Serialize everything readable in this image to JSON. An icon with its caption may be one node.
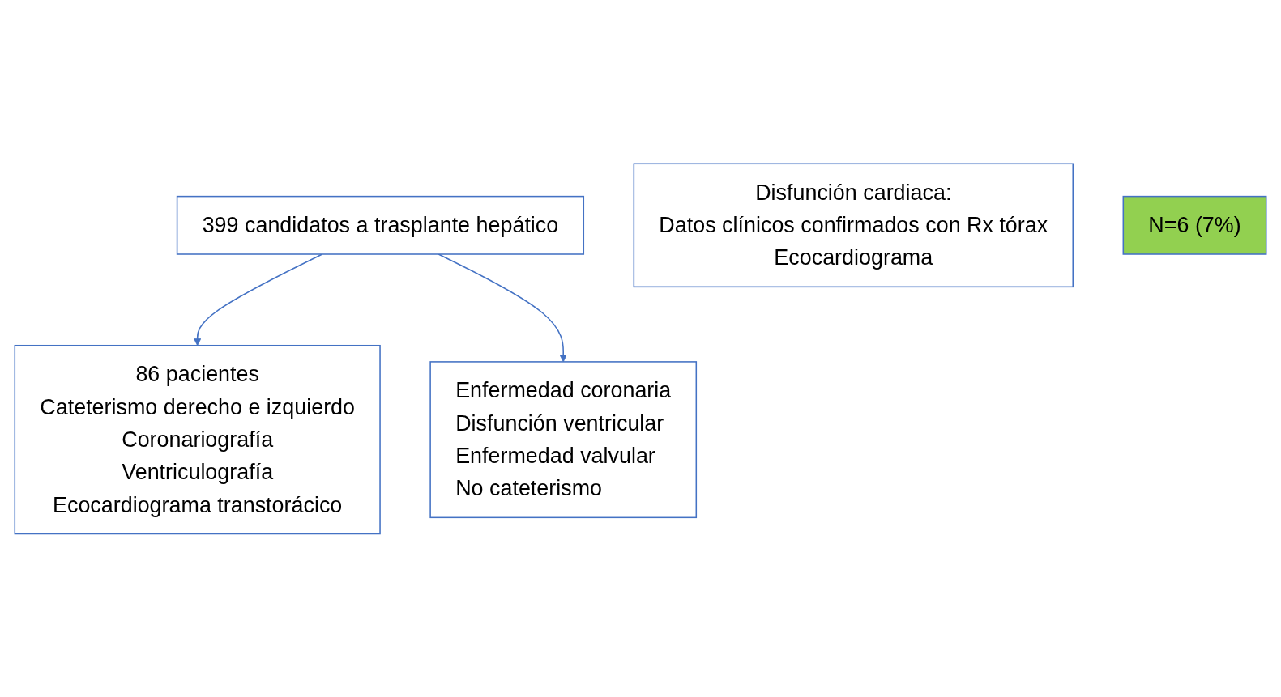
{
  "diagram": {
    "nodes": [
      {
        "text": [
          "399 candidatos a trasplante hepático"
        ]
      },
      {
        "text": [
          "86 pacientes",
          "Cateterismo derecho e izquierdo",
          "Coronariografía",
          "Ventriculografía",
          "Ecocardiograma transtorácico"
        ]
      },
      {
        "text": [
          "Enfermedad coronaria",
          "Disfunción ventricular",
          "Enfermedad valvular",
          "No cateterismo"
        ]
      },
      {
        "text": [
          "Disfunción cardiaca:",
          "Datos clínicos confirmados con Rx tórax",
          "Ecocardiograma"
        ]
      },
      {
        "text": [
          "N=6 (7%)"
        ]
      }
    ],
    "edges": [
      {
        "from": 0,
        "to": 1,
        "arrow": "to"
      },
      {
        "from": 0,
        "to": 2,
        "arrow": "to"
      }
    ]
  }
}
